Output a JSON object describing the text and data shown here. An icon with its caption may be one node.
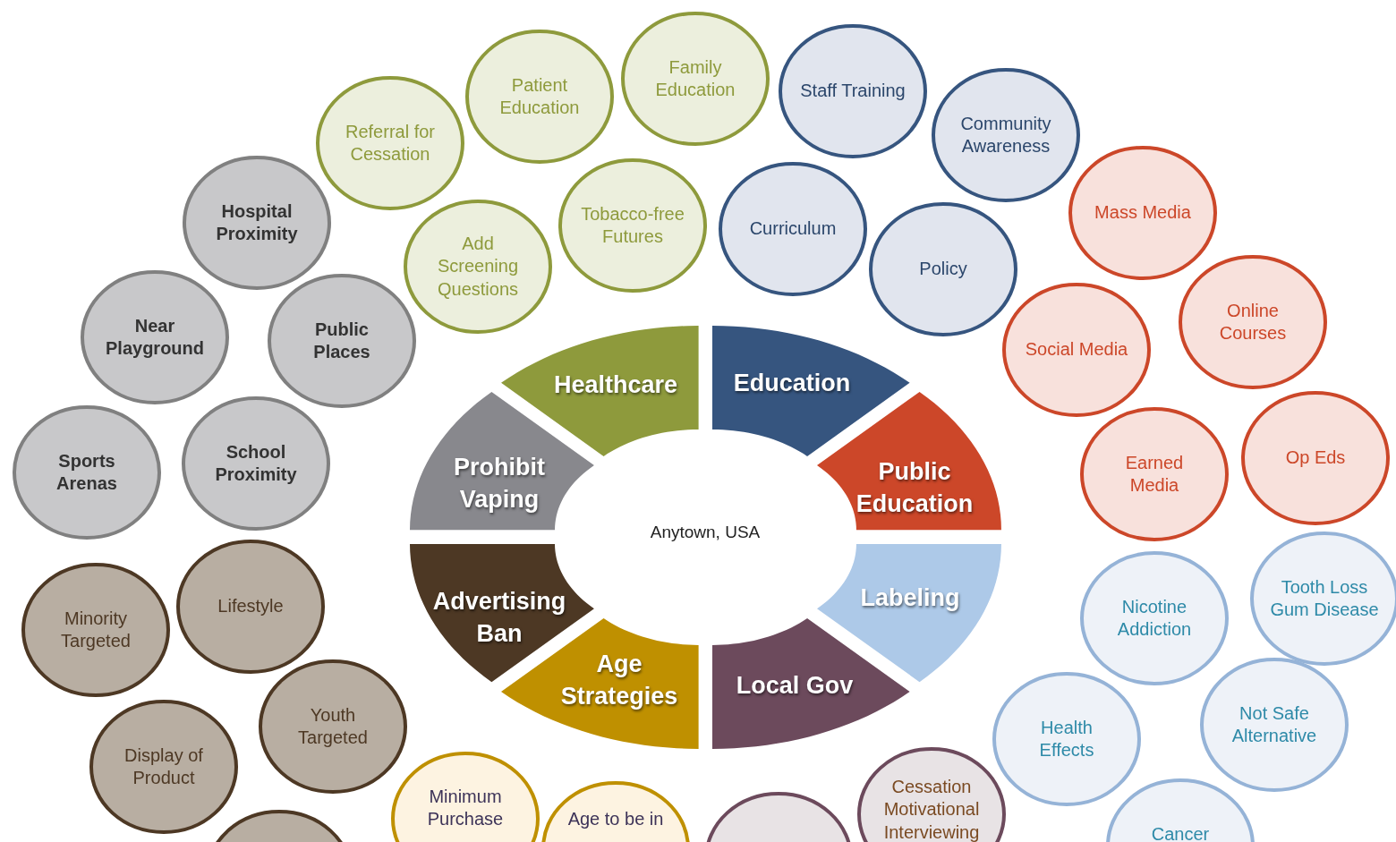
{
  "diagram": {
    "nodes": [
      {
        "text": [
          "Healthcare"
        ]
      },
      {
        "text": [
          "Education"
        ]
      },
      {
        "text": [
          "Prohibit Vaping"
        ]
      },
      {
        "text": [
          "Public Education"
        ]
      },
      {
        "text": [
          "Advertising Ban"
        ]
      },
      {
        "text": [
          "Labeling"
        ]
      },
      {
        "text": [
          "Age Strategies"
        ]
      },
      {
        "text": [
          "Local Gov"
        ]
      },
      {
        "text": [
          "Family Education"
        ]
      },
      {
        "text": [
          "Staff Training"
        ]
      },
      {
        "text": [
          "Patient Education"
        ]
      },
      {
        "text": [
          "Community Awareness"
        ]
      },
      {
        "text": [
          "Referral for Cessation"
        ]
      },
      {
        "text": [
          "Mass Media"
        ]
      },
      {
        "text": [
          "Hospital Proximity"
        ]
      },
      {
        "text": [
          "Tobacco-free Futures"
        ]
      },
      {
        "text": [
          "Curriculum"
        ]
      },
      {
        "text": [
          "Add Screening Questions"
        ]
      },
      {
        "text": [
          "Policy"
        ]
      },
      {
        "text": [
          "Online Courses"
        ]
      },
      {
        "text": [
          "Near Playground"
        ]
      },
      {
        "text": [
          "Public Places"
        ]
      },
      {
        "text": [
          "Social Media"
        ]
      },
      {
        "text": [
          "Sports Arenas"
        ]
      },
      {
        "text": [
          "School Proximity"
        ]
      },
      {
        "text": [
          "Earned Media"
        ]
      },
      {
        "text": [
          "Op Eds"
        ]
      },
      {
        "text": [
          "Lifestyle"
        ]
      },
      {
        "text": [
          "Tooth Loss Gum Disease"
        ]
      },
      {
        "text": [
          "Minority Targeted"
        ]
      },
      {
        "text": [
          "Nicotine Addiction"
        ]
      },
      {
        "text": [
          "Youth Targeted"
        ]
      },
      {
        "text": [
          "Not Safe Alternative"
        ]
      },
      {
        "text": [
          "Health Effects"
        ]
      },
      {
        "text": [
          "Display of Product"
        ]
      },
      {
        "text": [
          "Minimum Purchase"
        ]
      },
      {
        "text": [
          "Cessation Motivational Interviewing"
        ]
      },
      {
        "text": [
          "Age to be in"
        ]
      },
      {
        "text": [],
        "shape": "circle"
      },
      {
        "text": [],
        "shape": "circle"
      },
      {
        "text": [
          "Cancer"
        ]
      }
    ],
    "labels": [
      "Anytown, USA"
    ]
  }
}
